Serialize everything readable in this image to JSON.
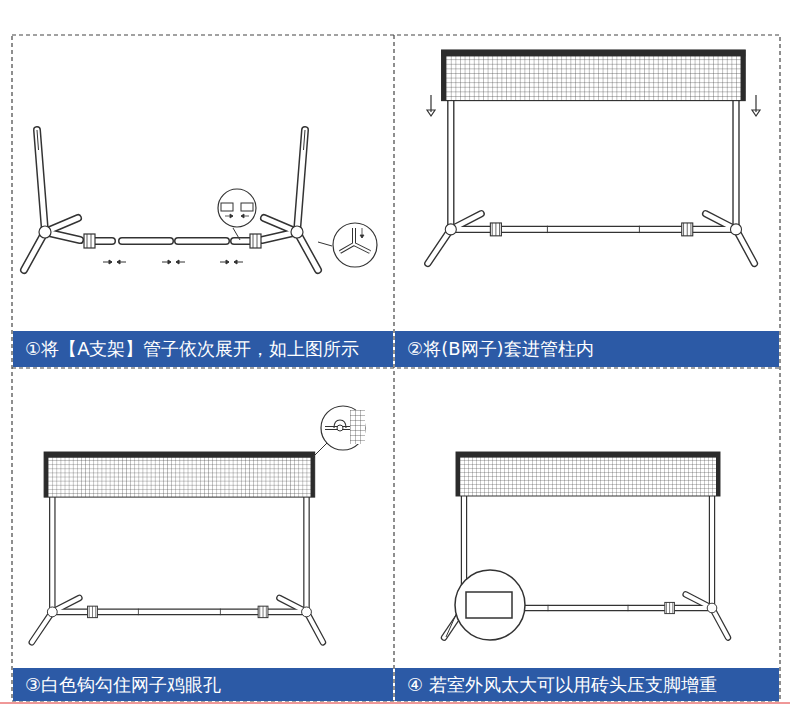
{
  "diagram": {
    "nodes": [
      {
        "text": [
          "①将【A支架】管子依次展开，如上图所示"
        ]
      },
      {
        "text": [
          "②将(B网子)套进管柱内"
        ]
      },
      {
        "text": [
          "③白色钩勾住网子鸡眼孔"
        ]
      },
      {
        "text": [
          "④ 若室外风太大可以用砖头压支脚增重"
        ]
      }
    ]
  }
}
